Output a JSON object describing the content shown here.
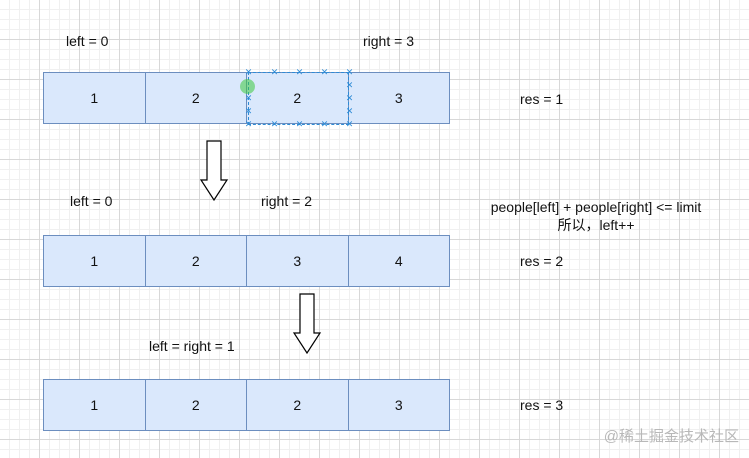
{
  "step1": {
    "left_label": "left = 0",
    "right_label": "right = 3",
    "cells": [
      "1",
      "2",
      "2",
      "3"
    ],
    "res": "res = 1"
  },
  "step2": {
    "left_label": "left = 0",
    "right_label": "right = 2",
    "cells": [
      "1",
      "2",
      "3",
      "4"
    ],
    "res": "res = 2",
    "note_line1": "people[left] + people[right] <= limit",
    "note_line2": "所以，left++"
  },
  "step3": {
    "pointer_label": "left = right = 1",
    "cells": [
      "1",
      "2",
      "2",
      "3"
    ],
    "res": "res = 3"
  },
  "watermark": "@稀土掘金技术社区",
  "colors": {
    "cell_fill": "#dae8fc",
    "cell_border": "#6c8ebf",
    "selection": "#2e8bd6"
  }
}
